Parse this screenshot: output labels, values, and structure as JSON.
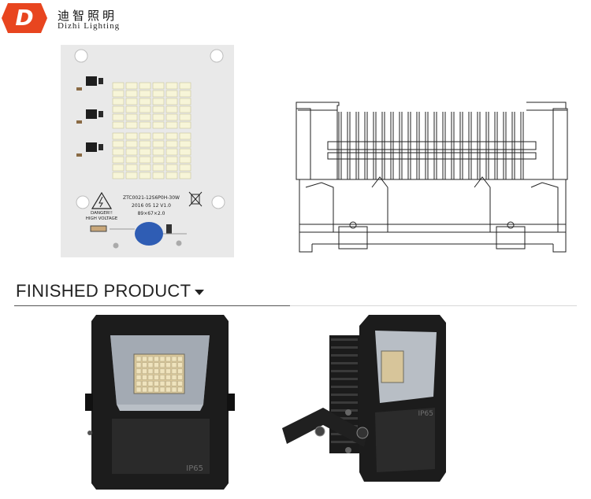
{
  "brand": {
    "name_cn": "迪智照明",
    "name_en": "Dizhi Lighting",
    "logo_letter": "D",
    "logo_color": "#e8451f"
  },
  "module": {
    "model": "ZTC0021-12S6P0H-30W",
    "date": "2016 05 12  V1.0",
    "size": "89×67×2.0",
    "warning_line1": "DANGER!!",
    "warning_line2": "HIGH VOLTAGE",
    "warning_icon": "high-voltage-warning-icon",
    "weee_icon": "crossed-bin-icon",
    "led_color": "#f7f5d8",
    "capacitor_color": "#2f5db4"
  },
  "section": {
    "title": "FINISHED PRODUCT",
    "caret_icon": "caret-down-icon"
  },
  "product": {
    "rating": "IP65",
    "housing_color": "#1c1c1c"
  }
}
